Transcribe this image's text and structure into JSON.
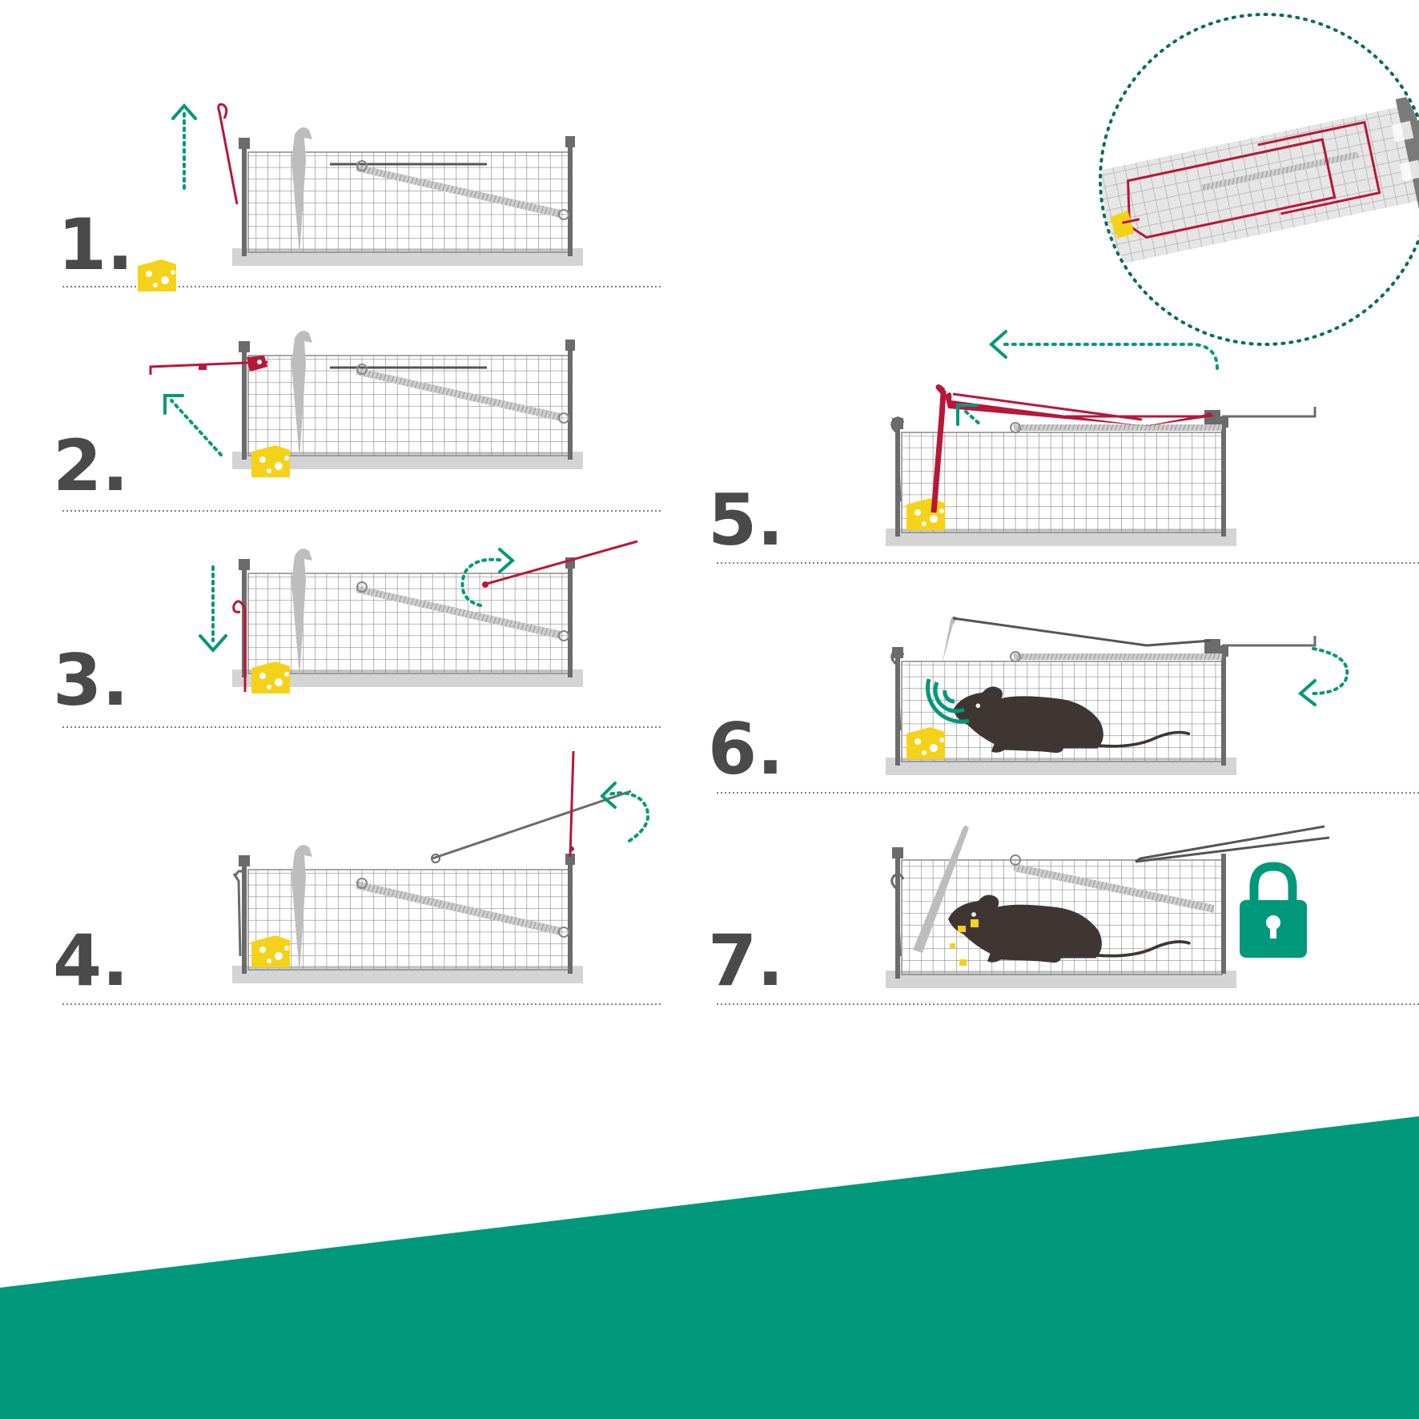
{
  "colors": {
    "teal": "#00987a",
    "dark_teal": "#0b6b5b",
    "crimson": "#b8173a",
    "cheese": "#f5d21a",
    "grid": "#8a8a8a",
    "hook": "#bdbdbd",
    "base": "#d4d4d4",
    "rat": "#3f3634",
    "frame": "#6b6b6b"
  },
  "steps": [
    {
      "label": "1."
    },
    {
      "label": "2."
    },
    {
      "label": "3."
    },
    {
      "label": "4."
    },
    {
      "label": "5."
    },
    {
      "label": "6."
    },
    {
      "label": "7."
    }
  ],
  "icons": {
    "cheese": "cheese-icon",
    "rat": "rat-icon",
    "lock": "padlock-icon",
    "arrow": "dotted-arrow-icon",
    "magnifier": "zoom-detail-icon"
  }
}
